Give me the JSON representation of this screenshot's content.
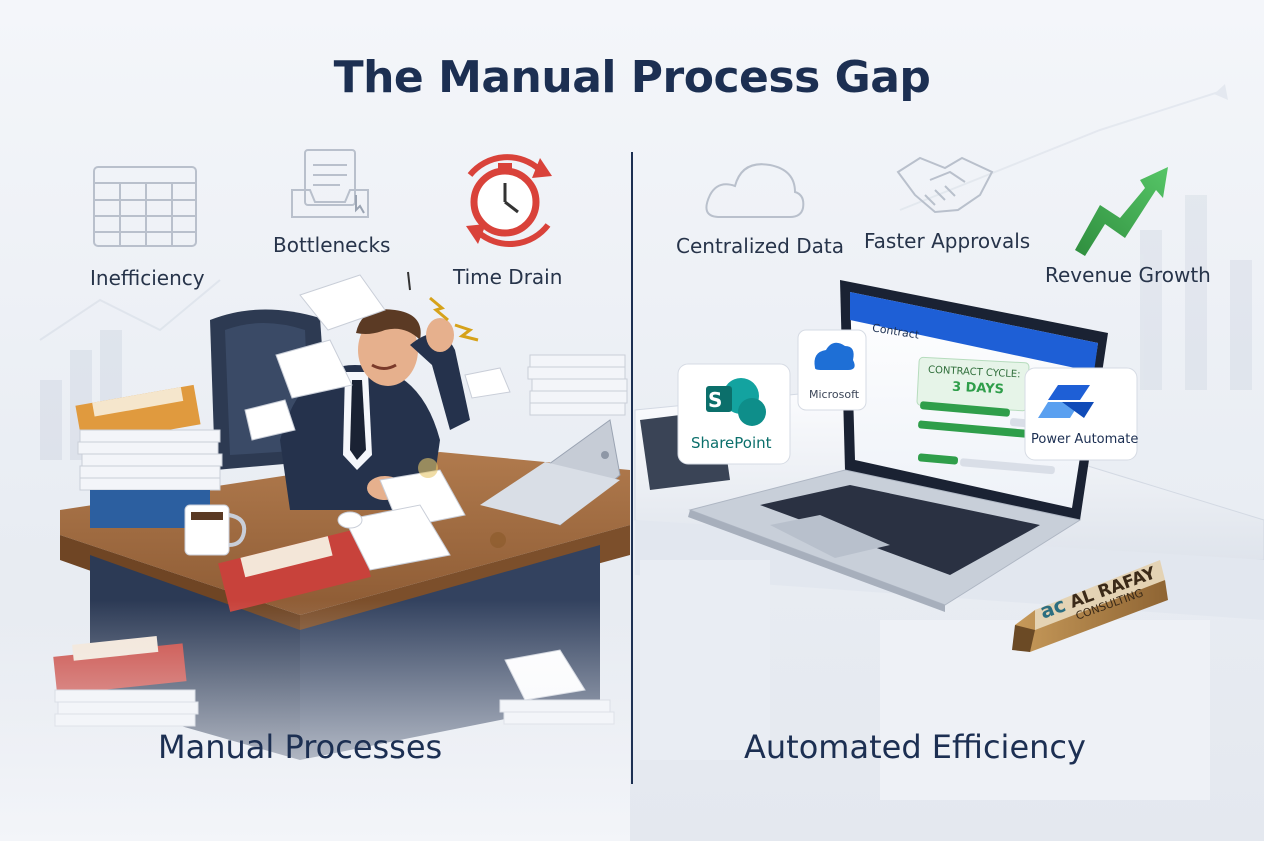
{
  "title": "The Manual Process Gap",
  "left": {
    "heading": "Manual Processes",
    "pain_points": [
      {
        "label": "Inefficiency",
        "icon": "spreadsheet-icon"
      },
      {
        "label": "Bottlenecks",
        "icon": "inbox-tray-icon"
      },
      {
        "label": "Time Drain",
        "icon": "clock-cycle-icon"
      }
    ]
  },
  "right": {
    "heading": "Automated Efficiency",
    "benefits": [
      {
        "label": "Centralized Data",
        "icon": "cloud-icon"
      },
      {
        "label": "Faster Approvals",
        "icon": "handshake-icon"
      },
      {
        "label": "Revenue Growth",
        "icon": "arrow-up-icon"
      }
    ],
    "laptop_screen": {
      "header": "Contract",
      "card_line1": "CONTRACT CYCLE:",
      "card_line2": "3 DAYS"
    },
    "tiles": [
      {
        "label": "SharePoint",
        "logo_letter": "S",
        "color": "#0b7a75"
      },
      {
        "label": "Microsoft",
        "color": "#1e6fd6"
      },
      {
        "label": "Power Automate",
        "color": "#1e5fd6"
      }
    ],
    "nameplate": {
      "line1": "AL RAFAY",
      "line2": "CONSULTING",
      "mark": "ac"
    }
  },
  "colors": {
    "navy": "#1c2f52",
    "red": "#d9423a",
    "green": "#2f9e4a",
    "blue": "#1e5fd6"
  }
}
